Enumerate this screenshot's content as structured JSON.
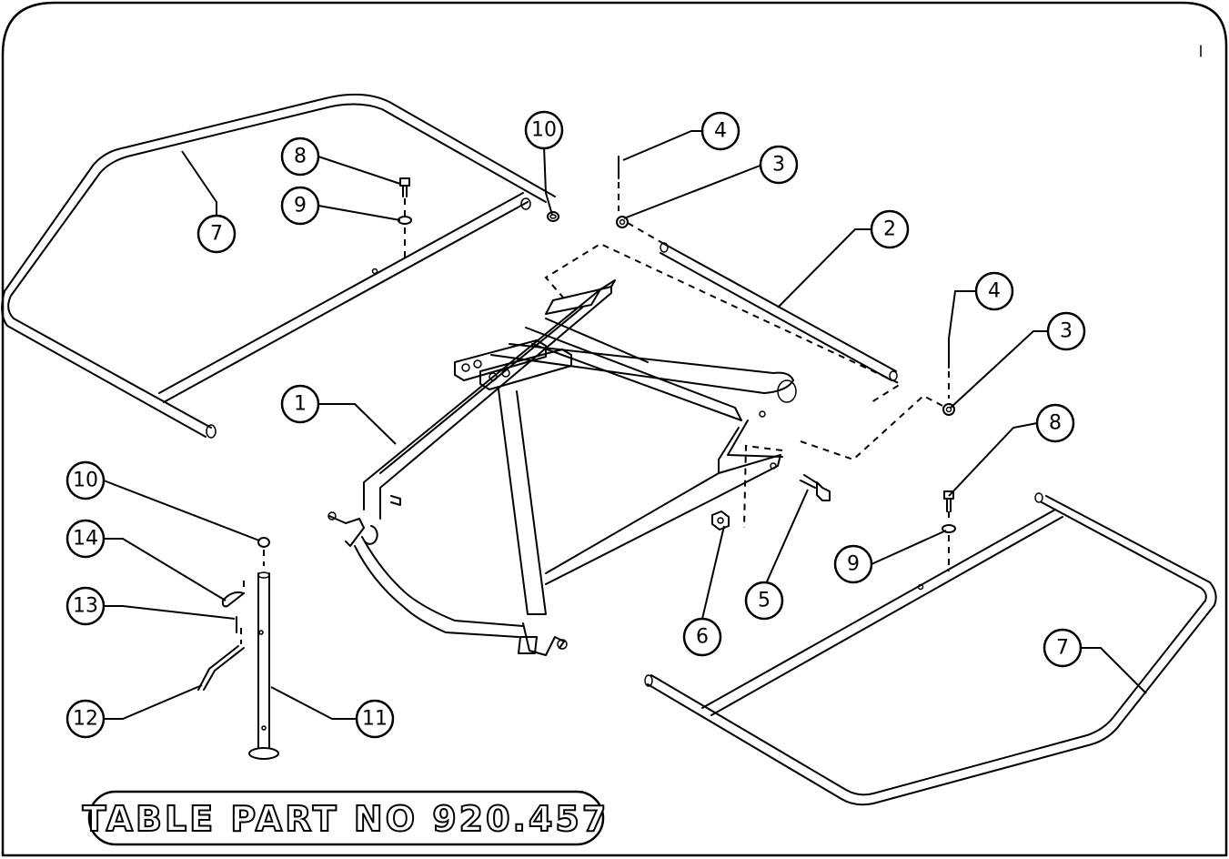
{
  "title": "TABLE PART NO 920.457",
  "callouts": [
    {
      "id": "c1",
      "label": "1"
    },
    {
      "id": "c2",
      "label": "2"
    },
    {
      "id": "c3a",
      "label": "3"
    },
    {
      "id": "c3b",
      "label": "3"
    },
    {
      "id": "c4a",
      "label": "4"
    },
    {
      "id": "c4b",
      "label": "4"
    },
    {
      "id": "c5",
      "label": "5"
    },
    {
      "id": "c6",
      "label": "6"
    },
    {
      "id": "c7a",
      "label": "7"
    },
    {
      "id": "c7b",
      "label": "7"
    },
    {
      "id": "c8a",
      "label": "8"
    },
    {
      "id": "c8b",
      "label": "8"
    },
    {
      "id": "c9a",
      "label": "9"
    },
    {
      "id": "c9b",
      "label": "9"
    },
    {
      "id": "c10a",
      "label": "10"
    },
    {
      "id": "c10b",
      "label": "10"
    },
    {
      "id": "c11",
      "label": "11"
    },
    {
      "id": "c12",
      "label": "12"
    },
    {
      "id": "c13",
      "label": "13"
    },
    {
      "id": "c14",
      "label": "14"
    }
  ]
}
